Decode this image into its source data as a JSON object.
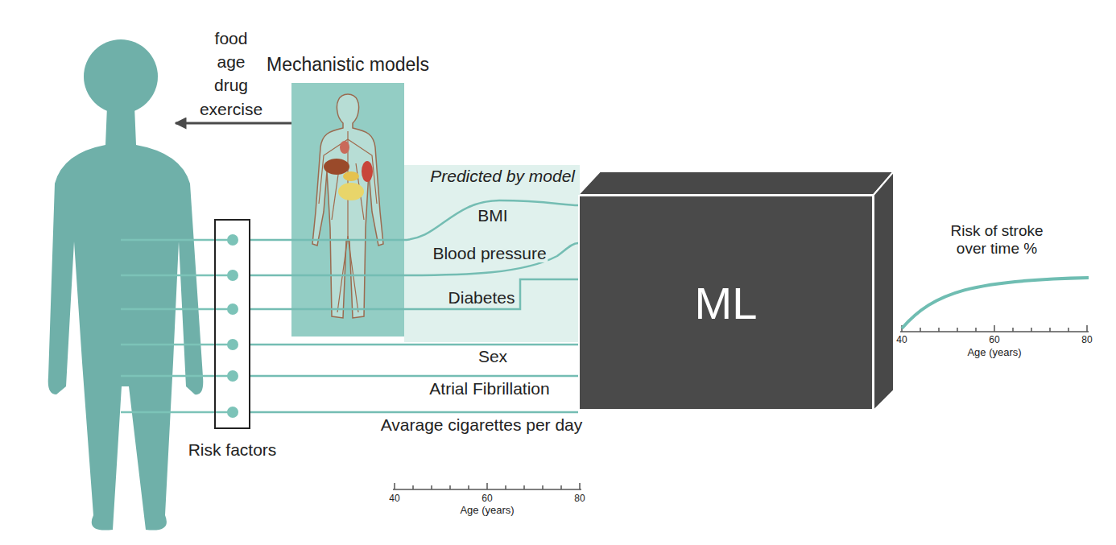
{
  "diagram": {
    "nodes": [
      {
        "text": [
          "Mechanistic models"
        ]
      },
      {
        "text": [
          "Predicted by model"
        ]
      },
      {
        "text": [
          "Risk factors"
        ]
      },
      {
        "text": [
          "ML"
        ]
      }
    ],
    "edges": [
      {
        "from": 2,
        "to": 3,
        "label": "BMI",
        "arrow": "none"
      },
      {
        "from": 2,
        "to": 3,
        "label": "Blood pressure",
        "arrow": "none"
      },
      {
        "from": 2,
        "to": 3,
        "label": "Diabetes",
        "arrow": "none"
      },
      {
        "from": 2,
        "to": 3,
        "label": "Sex",
        "arrow": "none"
      },
      {
        "from": 2,
        "to": 3,
        "label": "Atrial Fibrillation",
        "arrow": "none"
      },
      {
        "from": 2,
        "to": 3,
        "label": "Avarage cigarettes per day",
        "arrow": "none"
      }
    ],
    "labels": [
      "food",
      "age",
      "drug",
      "exercise",
      "40",
      "60",
      "80",
      "Age (years)",
      "Risk of stroke over time %",
      "40",
      "60",
      "80",
      "Age (years)"
    ]
  }
}
